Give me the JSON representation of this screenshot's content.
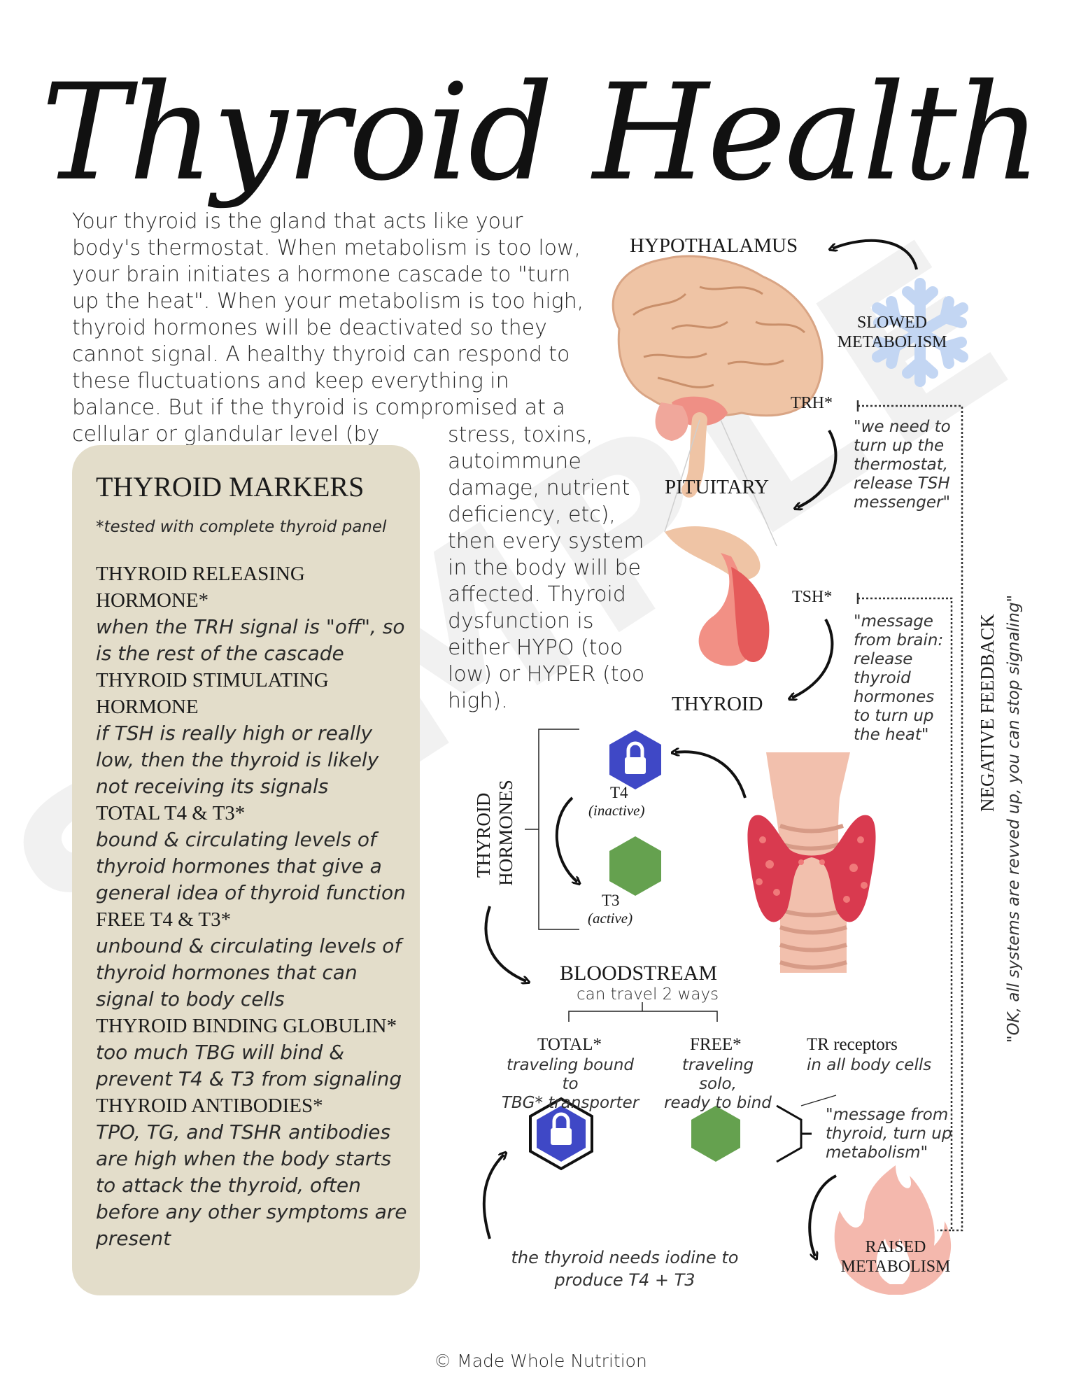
{
  "title": "Thyroid Health",
  "intro": "Your thyroid is the gland that acts like your body's thermostat. When metabolism is too low, your brain initiates a hormone cascade to \"turn up the heat\". When your metabolism is too high, thyroid hormones will be deactivated so they cannot signal. A healthy thyroid can respond to these fluctuations and keep everything in balance. But if the thyroid is compromised at a cellular or glandular level (by",
  "intro_cont": "stress, toxins, autoimmune damage, nutrient deficiency, etc), then every system in the body will be affected. Thyroid dysfunction is either HYPO (too low) or HYPER (too high).",
  "markers": {
    "heading": "THYROID MARKERS",
    "subheading": "*tested with complete thyroid panel",
    "items": [
      {
        "name": "THYROID RELEASING HORMONE*",
        "desc": "when the TRH signal is \"off\", so is the rest of the cascade"
      },
      {
        "name": "THYROID STIMULATING HORMONE",
        "desc": "if TSH is really high or really low, then the thyroid is likely not receiving its signals"
      },
      {
        "name": "TOTAL T4 & T3*",
        "desc": "bound & circulating levels of thyroid hormones that give a general idea of thyroid function"
      },
      {
        "name": "FREE T4 & T3*",
        "desc": "unbound & circulating levels of thyroid hormones that can signal to body cells"
      },
      {
        "name": "THYROID BINDING GLOBULIN*",
        "desc": "too much TBG will bind & prevent T4 & T3 from signaling"
      },
      {
        "name": "THYROID ANTIBODIES*",
        "desc": "TPO, TG, and TSHR antibodies are high when the body starts to attack the thyroid, often before any other symptoms are present"
      }
    ]
  },
  "diagram": {
    "hypothalamus": "HYPOTHALAMUS",
    "slowed_metabolism": [
      "SLOWED",
      "METABOLISM"
    ],
    "trh": "TRH*",
    "trh_note": [
      "\"we need to",
      "turn up the",
      "thermostat,",
      "release TSH",
      "messenger\""
    ],
    "pituitary": "PITUITARY",
    "tsh": "TSH*",
    "tsh_note": [
      "\"message",
      "from brain:",
      "release",
      "thyroid",
      "hormones",
      "to turn up",
      "the heat\""
    ],
    "thyroid": "THYROID",
    "negative_feedback": "NEGATIVE FEEDBACK",
    "negative_feedback_quote": "\"OK, all systems are revved up, you can stop signaling\"",
    "thyroid_hormones": [
      "THYROID",
      "HORMONES"
    ],
    "t4": "T4",
    "t4_state": "(inactive)",
    "t3": "T3",
    "t3_state": "(active)",
    "bloodstream": "BLOODSTREAM",
    "bloodstream_sub": "can travel 2 ways",
    "total": "TOTAL*",
    "total_note": [
      "traveling bound to",
      "TBG* transporter"
    ],
    "free": "FREE*",
    "free_note": [
      "traveling solo,",
      "ready to bind"
    ],
    "tr_receptors": "TR receptors",
    "tr_receptors_sub": "in all body cells",
    "tr_note": [
      "\"message from",
      "thyroid, turn up",
      "metabolism\""
    ],
    "iodine_note": [
      "the thyroid needs iodine to",
      "produce T4 + T3"
    ],
    "raised_metabolism": [
      "RAISED",
      "METABOLISM"
    ]
  },
  "watermark": "SAMPLE",
  "footer": "© Made Whole Nutrition",
  "colors": {
    "panel": "#e3ddca",
    "t4_hex": "#3f48c6",
    "t3_hex": "#65a14f",
    "snowflake": "#c3d6f3",
    "flame": "#f4b8ad",
    "brain": "#efc4a5",
    "gland": "#e55a5a"
  }
}
